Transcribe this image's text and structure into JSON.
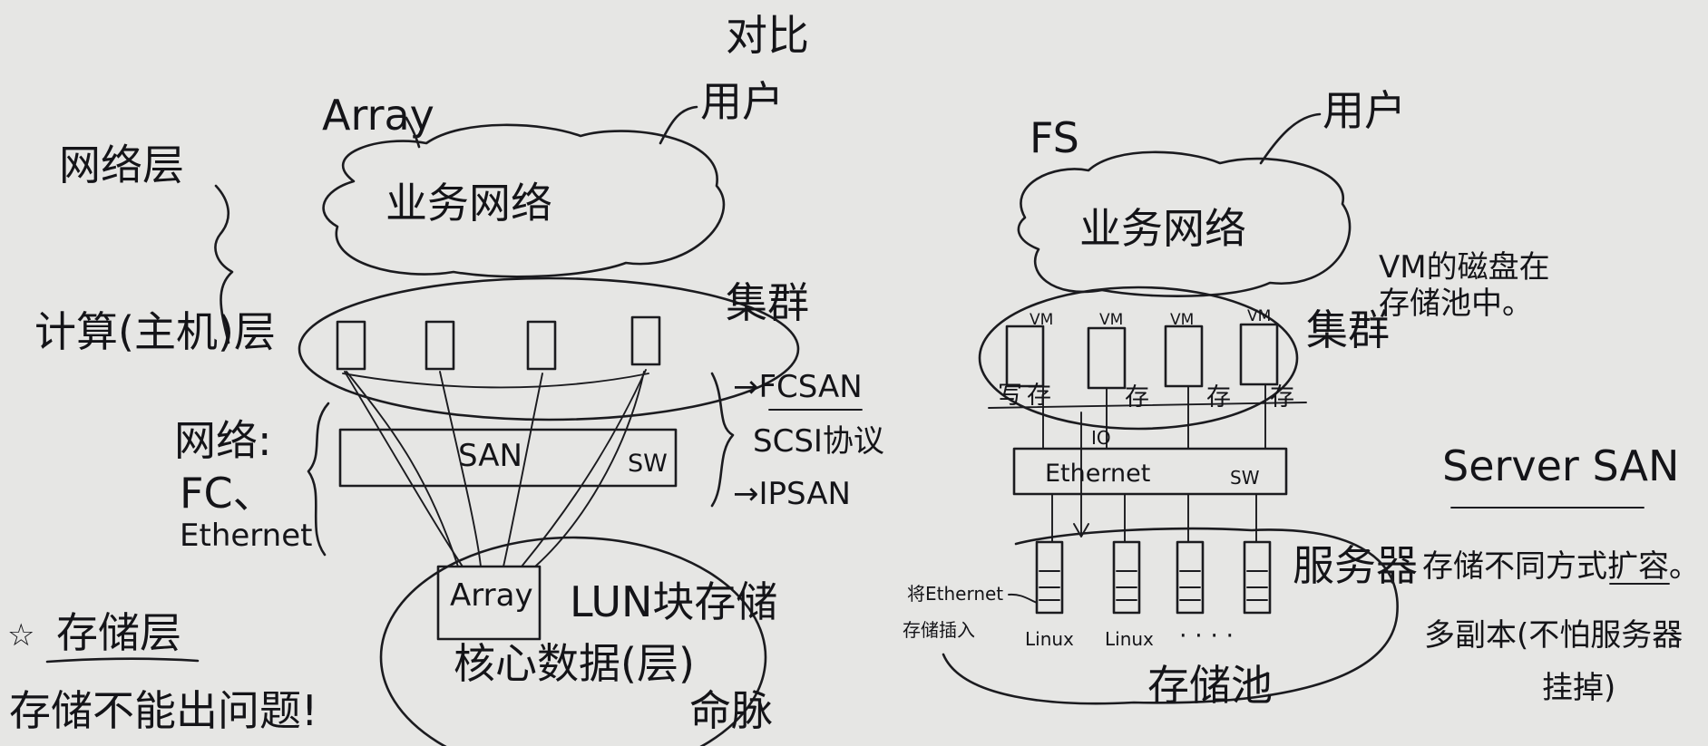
{
  "title": "对比",
  "left": {
    "heading": "Array",
    "user": "用户",
    "business_network": "业务网络",
    "cluster": "集群",
    "network_label": "网络:",
    "network_types": [
      "FC、",
      "Ethernet"
    ],
    "san": "SAN",
    "sw": "SW",
    "protocols": [
      "→FCSAN",
      "SCSI协议",
      "→IPSAN"
    ],
    "array_box": "Array",
    "lun_block": "LUN块存储",
    "core_data": "核心数据(层)",
    "lifeline": "命脉"
  },
  "layers": {
    "network_layer": "网络层",
    "compute_layer": "计算(主机)层",
    "storage_layer": "存储层",
    "star": "☆",
    "storage_note": "存储不能出问题!"
  },
  "right": {
    "heading": "FS",
    "user": "用户",
    "business_network": "业务网络",
    "vm_disk_note_line1": "VM的磁盘在",
    "vm_disk_note_line2": "存储池中。",
    "cluster": "集群",
    "vm": "VM",
    "host_storage": [
      "存",
      "存",
      "存",
      "存"
    ],
    "host_write": "写",
    "io": "IO",
    "ethernet": "Ethernet",
    "sw": "SW",
    "servers": "服务器",
    "ethernet_insert": [
      "将Ethernet",
      "存储插入"
    ],
    "linux": [
      "Linux",
      "Linux"
    ],
    "ellipsis": "· · · ·",
    "storage_pool": "存储池"
  },
  "server_san": {
    "title": "Server SAN",
    "scale_out": "存储不同方式扩容。",
    "replica_line1": "多副本(不怕服务器",
    "replica_line2": "挂掉)"
  }
}
